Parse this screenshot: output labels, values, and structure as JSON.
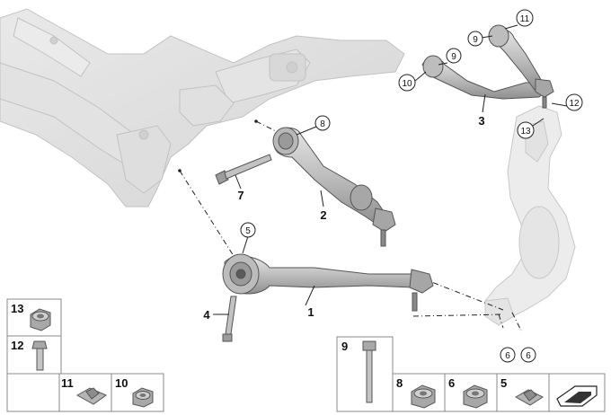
{
  "diagram": {
    "callouts": {
      "c1": "1",
      "c2": "2",
      "c3": "3",
      "c4": "4",
      "c5": "5",
      "c6a": "6",
      "c6b": "6",
      "c7": "7",
      "c8": "8",
      "c9a": "9",
      "c9b": "9",
      "c10": "10",
      "c11": "11",
      "c12": "12",
      "c13": "13"
    },
    "tiles": {
      "t13": "13",
      "t12": "12",
      "t11": "11",
      "t10": "10",
      "t9": "9",
      "t8": "8",
      "t6": "6",
      "t5": "5"
    },
    "icons": {
      "frame": "subframe-outline",
      "arm1": "lower-wishbone",
      "arm2": "tension-strut",
      "arm3": "upper-wishbone",
      "knuckle": "steering-knuckle-outline",
      "bolt": "bolt-icon",
      "nut": "flange-nut-icon",
      "cage": "cage-nut-icon",
      "arrow": "page-arrow-icon"
    },
    "colors": {
      "frame": "#dcdcdc",
      "frame_stroke": "#bdbdbd",
      "part": "#c6c6c6",
      "part_stroke": "#555555",
      "box": "#888888"
    }
  }
}
